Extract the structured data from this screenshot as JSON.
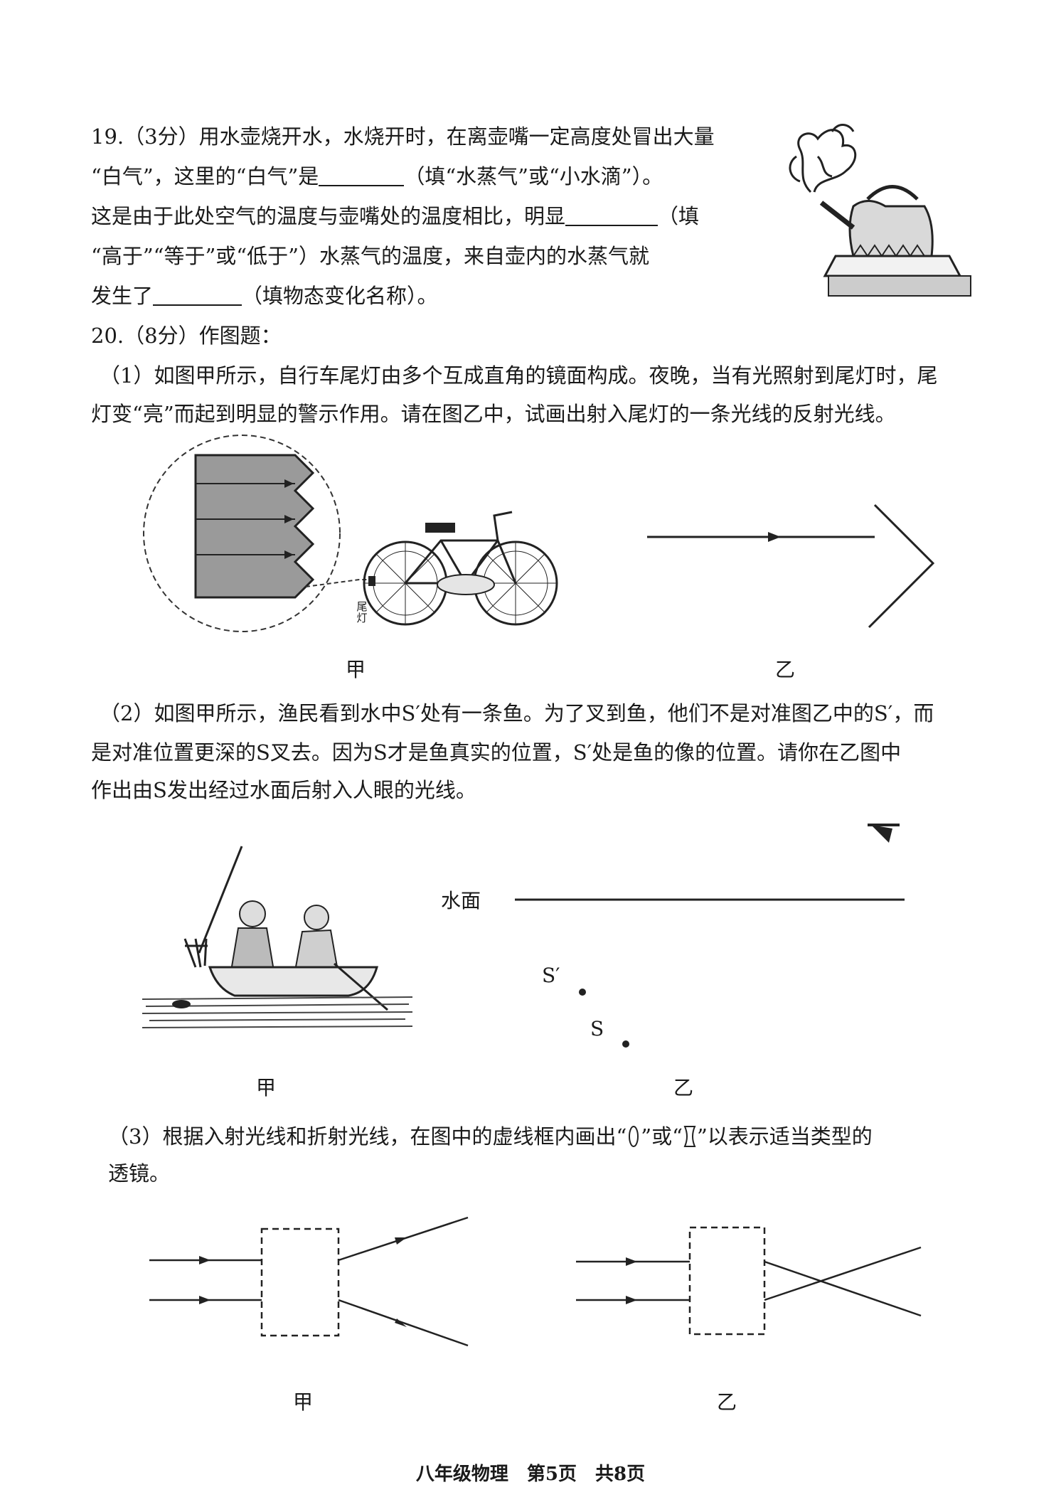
{
  "q19": {
    "l1": "19.（3分）用水壶烧开水，水烧开时，在离壶嘴一定高度处冒出大量",
    "l2a": "“白气”，这里的“白气”是",
    "l2b": "（填“水蒸气”或“小水滴”）。",
    "l3a": "这是由于此处空气的温度与壶嘴处的温度相比，明显",
    "l3b": "（填",
    "l4": "“高于”“等于”或“低于”）水蒸气的温度，来自壶内的水蒸气就",
    "l5a": "发生了",
    "l5b": "（填物态变化名称）。"
  },
  "q20": {
    "title": "20.（8分）作图题：",
    "p1_l1": "（1）如图甲所示，自行车尾灯由多个互成直角的镜面构成。夜晚，当有光照射到尾灯时，尾",
    "p1_l2": "灯变“亮”而起到明显的警示作用。请在图乙中，试画出射入尾灯的一条光线的反射光线。",
    "taillight_label": "尾灯",
    "cap1_jia": "甲",
    "cap1_yi": "乙",
    "p2_l1": "（2）如图甲所示，渔民看到水中S′处有一条鱼。为了叉到鱼，他们不是对准图乙中的S′，而",
    "p2_l2": "是对准位置更深的S叉去。因为S才是鱼真实的位置，S′处是鱼的像的位置。请你在乙图中",
    "p2_l3": "作出由S发出经过水面后射入人眼的光线。",
    "water_label": "水面",
    "s_prime": "S′",
    "s_label": "S",
    "cap2_jia": "甲",
    "cap2_yi": "乙",
    "p3_l1a": "（3）根据入射光线和折射光线，在图中的虚线框内画出“",
    "p3_l1b": "”或“",
    "p3_l1c": "”以表示适当类型的",
    "p3_l2": "透镜。",
    "cap3_jia": "甲",
    "cap3_yi": "乙"
  },
  "footer": "八年级物理　第5页　共8页"
}
